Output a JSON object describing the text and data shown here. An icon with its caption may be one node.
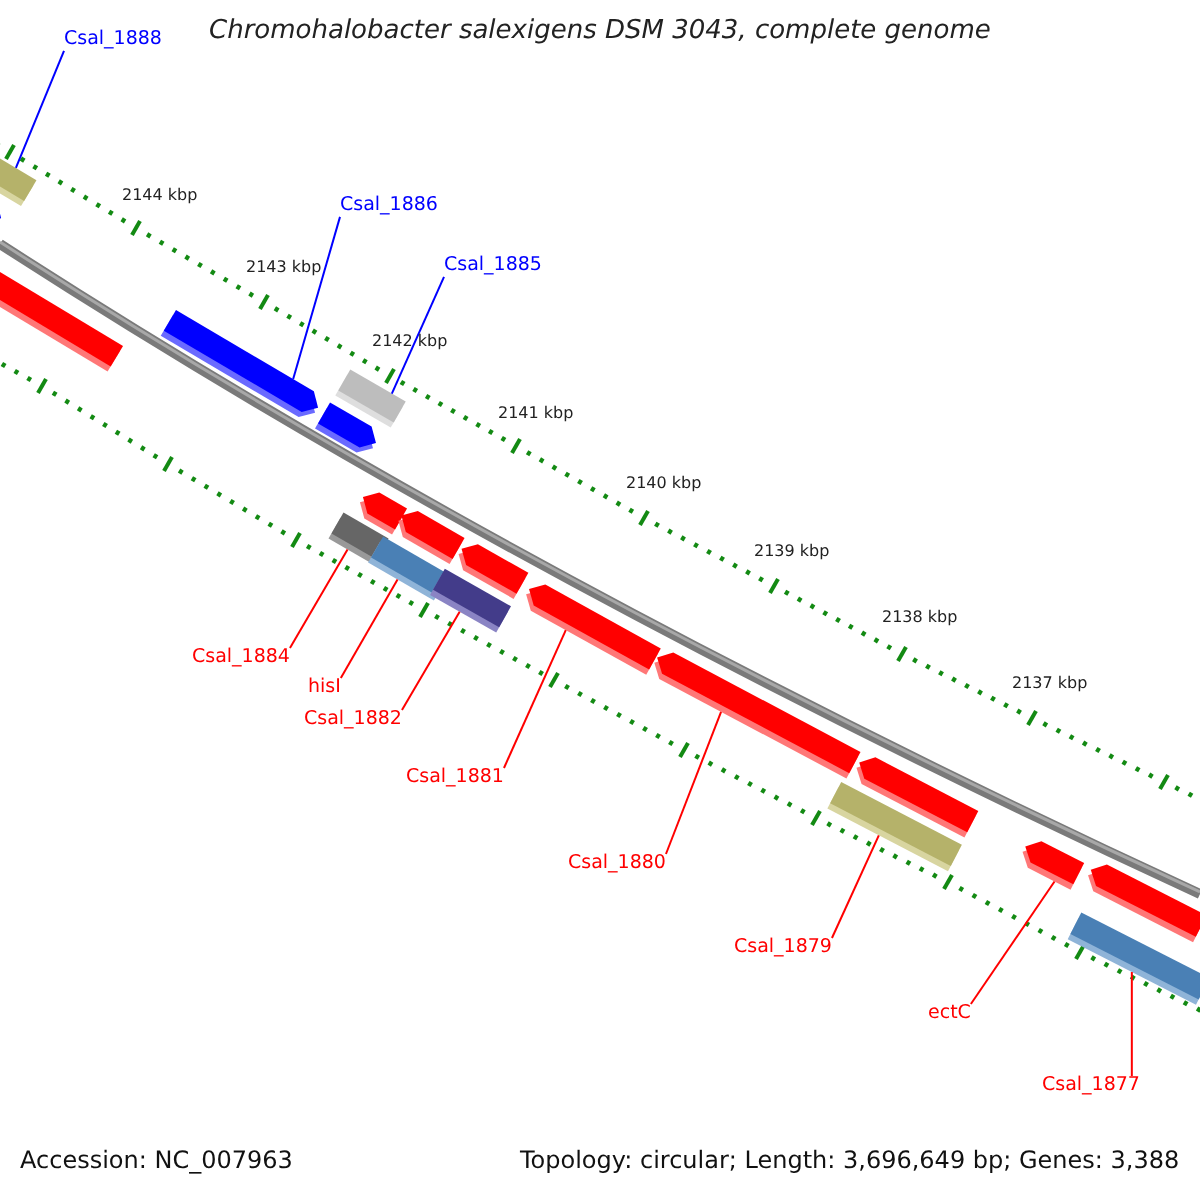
{
  "diagram": {
    "title": "Chromohalobacter salexigens DSM 3043, complete genome",
    "nodes": [
      {
        "text": [
          "Csal_1888"
        ]
      },
      {
        "text": [
          "Csal_1886"
        ]
      },
      {
        "text": [
          "Csal_1885"
        ]
      },
      {
        "text": [
          "Csal_1884"
        ]
      },
      {
        "text": [
          "hisI"
        ]
      },
      {
        "text": [
          "Csal_1882"
        ]
      },
      {
        "text": [
          "Csal_1881"
        ]
      },
      {
        "text": [
          "Csal_1880"
        ]
      },
      {
        "text": [
          "Csal_1879"
        ]
      },
      {
        "text": [
          "ectC"
        ]
      },
      {
        "text": [
          "Csal_1877"
        ]
      },
      {
        "text": [],
        "shape": "bar"
      },
      {
        "text": [],
        "shape": "arrow"
      },
      {
        "text": [],
        "shape": "arrow"
      },
      {
        "text": [],
        "shape": "arrow"
      },
      {
        "text": [],
        "shape": "bar"
      },
      {
        "text": [],
        "shape": "arrow"
      },
      {
        "text": [],
        "shape": "arrow"
      },
      {
        "text": [],
        "shape": "bar"
      },
      {
        "text": [],
        "shape": "arrow"
      },
      {
        "text": [],
        "shape": "bar"
      },
      {
        "text": [],
        "shape": "arrow"
      },
      {
        "text": [],
        "shape": "bar"
      },
      {
        "text": [],
        "shape": "arrow"
      },
      {
        "text": [],
        "shape": "arrow"
      },
      {
        "text": [],
        "shape": "arrow"
      },
      {
        "text": [],
        "shape": "bar"
      },
      {
        "text": [],
        "shape": "arrow"
      },
      {
        "text": [],
        "shape": "arrow"
      },
      {
        "text": [],
        "shape": "bar"
      }
    ],
    "edges": [
      {
        "from": 0,
        "to": 11,
        "arrow": "none",
        "color": "#0000ff"
      },
      {
        "from": 1,
        "to": 14,
        "arrow": "none",
        "color": "#0000ff"
      },
      {
        "from": 2,
        "to": 15,
        "arrow": "none",
        "color": "#0000ff"
      },
      {
        "from": 3,
        "to": 18,
        "arrow": "none"
      },
      {
        "from": 4,
        "to": 20,
        "arrow": "none"
      },
      {
        "from": 5,
        "to": 22,
        "arrow": "none"
      },
      {
        "from": 6,
        "to": 23,
        "arrow": "none"
      },
      {
        "from": 7,
        "to": 24,
        "arrow": "none"
      },
      {
        "from": 8,
        "to": 26,
        "arrow": "none"
      },
      {
        "from": 9,
        "to": 27,
        "arrow": "none"
      },
      {
        "from": 10,
        "to": 29,
        "arrow": "none"
      }
    ],
    "labels": [
      "2144 kbp",
      "2143 kbp",
      "2142 kbp",
      "2141 kbp",
      "2140 kbp",
      "2139 kbp",
      "2138 kbp",
      "2137 kbp",
      "Accession: NC_007963",
      "Topology: circular; Length: 3,696,649 bp; Genes: 3,388"
    ]
  }
}
